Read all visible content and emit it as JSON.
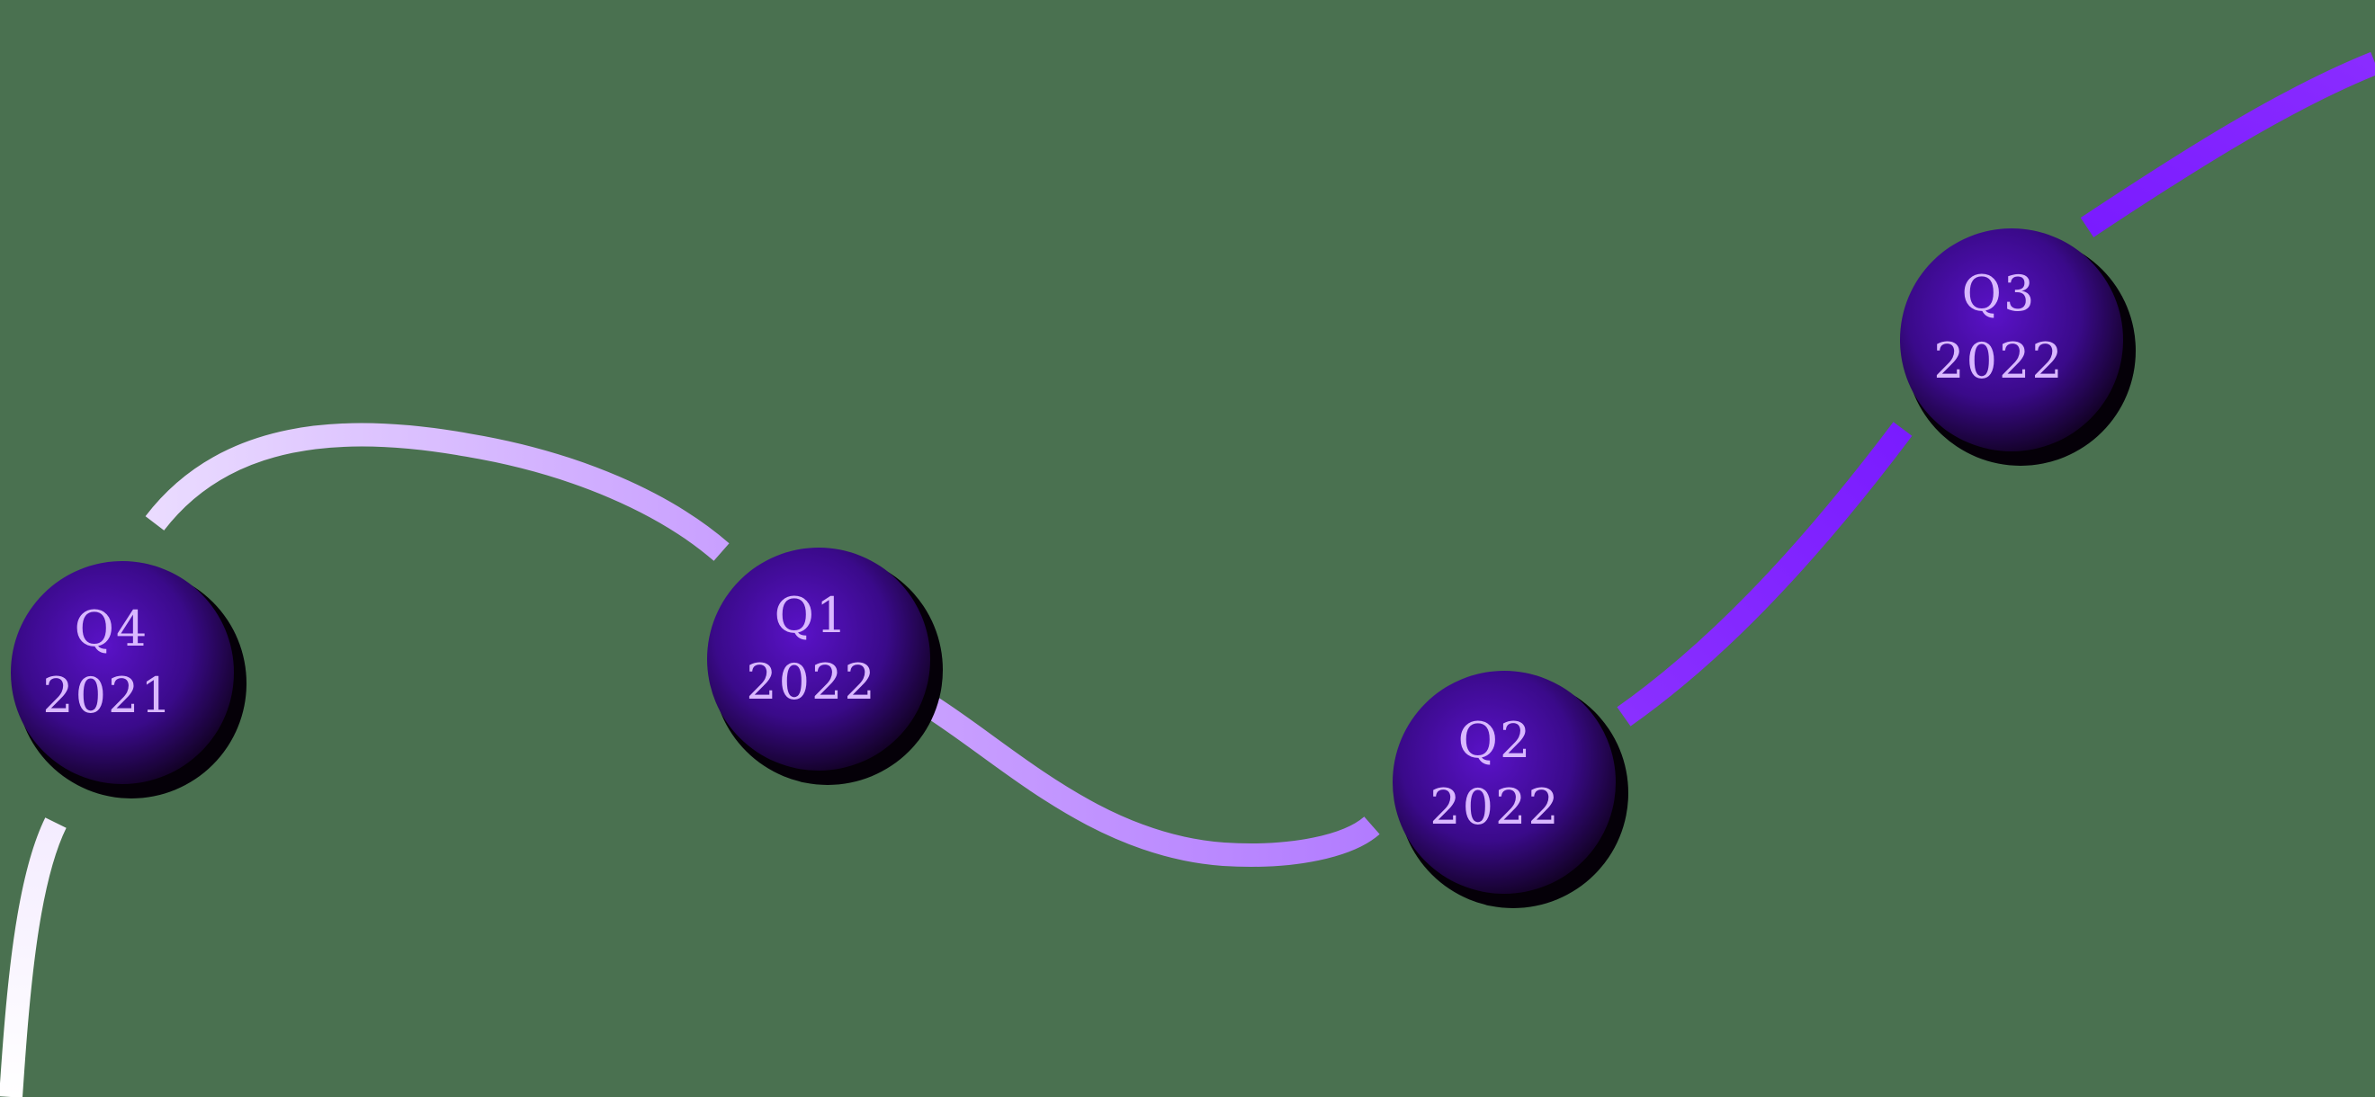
{
  "timeline": {
    "colors": {
      "background": "#4a7150",
      "node_inner": "#5a12c8",
      "node_outer": "#0a0010",
      "label": "#d9b8ff",
      "path_start": "#ffffff",
      "path_light": "#e2c9ff",
      "path_mid": "#c290ff",
      "path_end": "#7a1bff"
    },
    "milestones": [
      {
        "quarter": "Q4",
        "year": "2021"
      },
      {
        "quarter": "Q1",
        "year": "2022"
      },
      {
        "quarter": "Q2",
        "year": "2022"
      },
      {
        "quarter": "Q3",
        "year": "2022"
      }
    ]
  }
}
